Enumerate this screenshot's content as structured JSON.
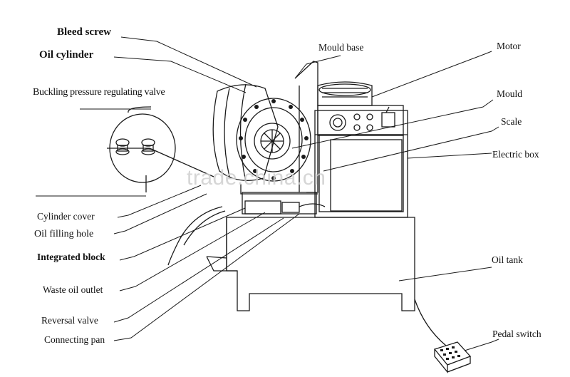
{
  "labels": {
    "bleed_screw": "Bleed screw",
    "oil_cylinder": "Oil cylinder",
    "buckling_valve": "Buckling pressure regulating valve",
    "mould_base": "Mould base",
    "motor": "Motor",
    "mould": "Mould",
    "scale": "Scale",
    "electric_box": "Electric box",
    "cylinder_cover": "Cylinder cover",
    "oil_filling_hole": "Oil filling hole",
    "integrated_block": "Integrated block",
    "waste_oil_outlet": "Waste oil outlet",
    "reversal_valve": "Reversal valve",
    "connecting_pan": "Connecting pan",
    "oil_tank": "Oil tank",
    "pedal_switch": "Pedal switch"
  },
  "watermark": "trade.china.cn",
  "colors": {
    "line": "#1a1a1a",
    "watermark": "#cfcfcf",
    "background": "#ffffff"
  }
}
